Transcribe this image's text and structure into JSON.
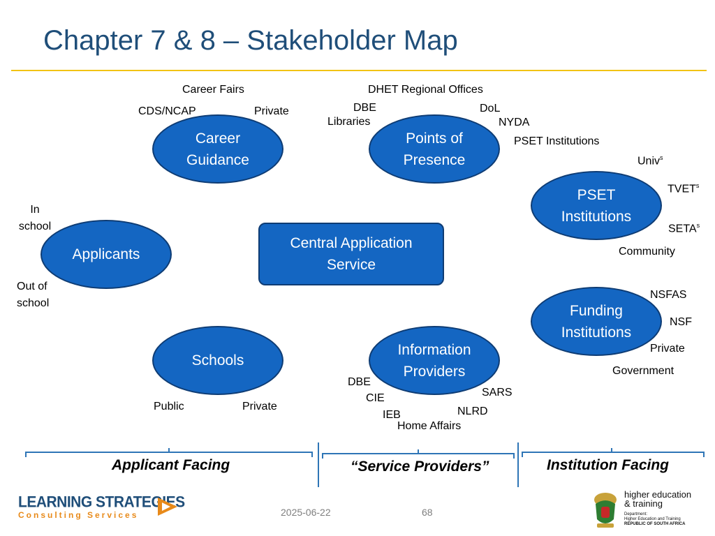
{
  "title": "Chapter 7 & 8 – Stakeholder Map",
  "nodes": {
    "career_guidance": [
      "Career",
      "Guidance"
    ],
    "points_of_presence": [
      "Points of",
      "Presence"
    ],
    "pset_institutions": [
      "PSET",
      "Institutions"
    ],
    "applicants": "Applicants",
    "central": [
      "Central Application",
      "Service"
    ],
    "funding": [
      "Funding",
      "Institutions"
    ],
    "schools": "Schools",
    "information_providers": [
      "Information",
      "Providers"
    ]
  },
  "labels": {
    "career_fairs": "Career Fairs",
    "cds_ncap": "CDS/NCAP",
    "private_career": "Private",
    "dhet_regional": "DHET Regional Offices",
    "dbe_presence": "DBE",
    "libraries": "Libraries",
    "dol": "DoL",
    "nyda": "NYDA",
    "pset_inst_label": "PSET Institutions",
    "univ": "Univ",
    "univ_sup": "s",
    "tvet": "TVET",
    "tvet_sup": "s",
    "seta": "SETA",
    "seta_sup": "s",
    "community": "Community",
    "in_school": [
      "In",
      "school"
    ],
    "out_of_school": [
      "Out of",
      "school"
    ],
    "nsfas": "NSFAS",
    "nsf": "NSF",
    "private_funding": "Private",
    "government": "Government",
    "public_school": "Public",
    "private_school": "Private",
    "dbe_info": "DBE",
    "cie": "CIE",
    "ieb": "IEB",
    "home_affairs": "Home Affairs",
    "nlrd": "NLRD",
    "sars": "SARS"
  },
  "sections": {
    "applicant_facing": "Applicant Facing",
    "service_providers": "“Service Providers”",
    "institution_facing": "Institution Facing"
  },
  "footer": {
    "date": "2025-06-22",
    "page": "68",
    "logo_line1": "LEARNING STRATEGIES",
    "logo_line2": "Consulting Services",
    "dept_line1": "higher education",
    "dept_line2": "& training",
    "dept_line3": "Department:",
    "dept_line4": "Higher Education and Training",
    "dept_line5": "REPUBLIC OF SOUTH AFRICA"
  },
  "colors": {
    "node_fill": "#1466c2",
    "node_border": "#0e3c74",
    "title": "#1f4e79",
    "rule": "#f2c314",
    "bracket": "#2e75b6"
  }
}
